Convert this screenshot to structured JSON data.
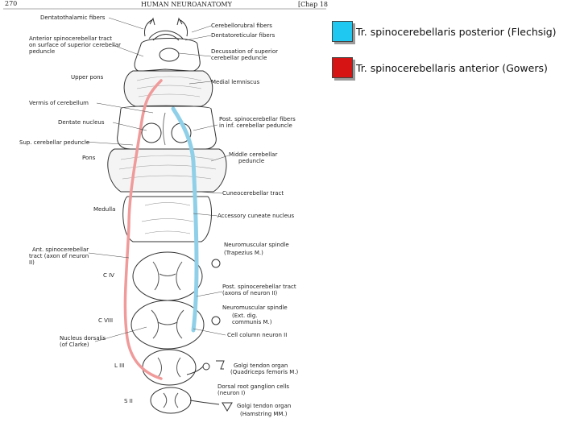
{
  "header": {
    "page_number": "270",
    "running_title": "HUMAN NEUROANATOMY",
    "chapter": "[Chap 18"
  },
  "legend": [
    {
      "label": "Tr. spinocerebellaris posterior (Flechsig)",
      "color": "#1ec8f0"
    },
    {
      "label": "Tr. spinocerebellaris anterior (Gowers)",
      "color": "#d61414"
    }
  ],
  "tract_colors": {
    "posterior": "#8fd0e8",
    "anterior": "#f09a9a"
  },
  "labels": {
    "dentatothalamic": "Dentatothalamic fibers",
    "cerebellorubral": "Cerebellorubral fibers",
    "dentatoreticular": "Dentatoreticular fibers",
    "ant_tract_surface_1": "Anterior spinocerebellar tract",
    "ant_tract_surface_2": "on surface of superior cerebellar",
    "ant_tract_surface_3": "peduncle",
    "decussation_1": "Decussation of superior",
    "decussation_2": "cerebellar peduncle",
    "upper_pons": "Upper pons",
    "medial_lemniscus": "Medial lemniscus",
    "vermis": "Vermis of cerebellum",
    "dentate": "Dentate nucleus",
    "post_fibers_1": "Post. spinocerebellar fibers",
    "post_fibers_2": "in inf. cerebellar peduncle",
    "sup_peduncle": "Sup. cerebellar peduncle",
    "pons": "Pons",
    "middle_peduncle_1": "Middle cerebellar",
    "middle_peduncle_2": "peduncle",
    "cuneocerebellar": "Cuneocerebellar tract",
    "medulla": "Medulla",
    "accessory_cuneate": "Accessory cuneate nucleus",
    "ant_tract_1": "Ant. spinocerebellar",
    "ant_tract_2": "tract (axon of neuron",
    "ant_tract_3": "II)",
    "neuromuscular_1": "Neuromuscular spindle",
    "neuromuscular_2": "(Trapezius M.)",
    "c4": "C IV",
    "post_tract_1": "Post. spinocerebellar tract",
    "post_tract_2": "(axons of neuron II)",
    "neuromuscular2_1": "Neuromuscular spindle",
    "neuromuscular2_2": "(Ext. dig.",
    "neuromuscular2_3": "communis M.)",
    "c8": "C VIII",
    "cell_column": "Cell column neuron II",
    "nucleus_dorsalis_1": "Nucleus dorsalis",
    "nucleus_dorsalis_2": "(of Clarke)",
    "l3": "L III",
    "golgi1_1": "Golgi tendon organ",
    "golgi1_2": "(Quadriceps femoris M.)",
    "drg_1": "Dorsal root ganglion cells",
    "drg_2": "(neuron I)",
    "s2": "S II",
    "golgi2_1": "Golgi tendon organ",
    "golgi2_2": "(Hamstring MM.)"
  }
}
